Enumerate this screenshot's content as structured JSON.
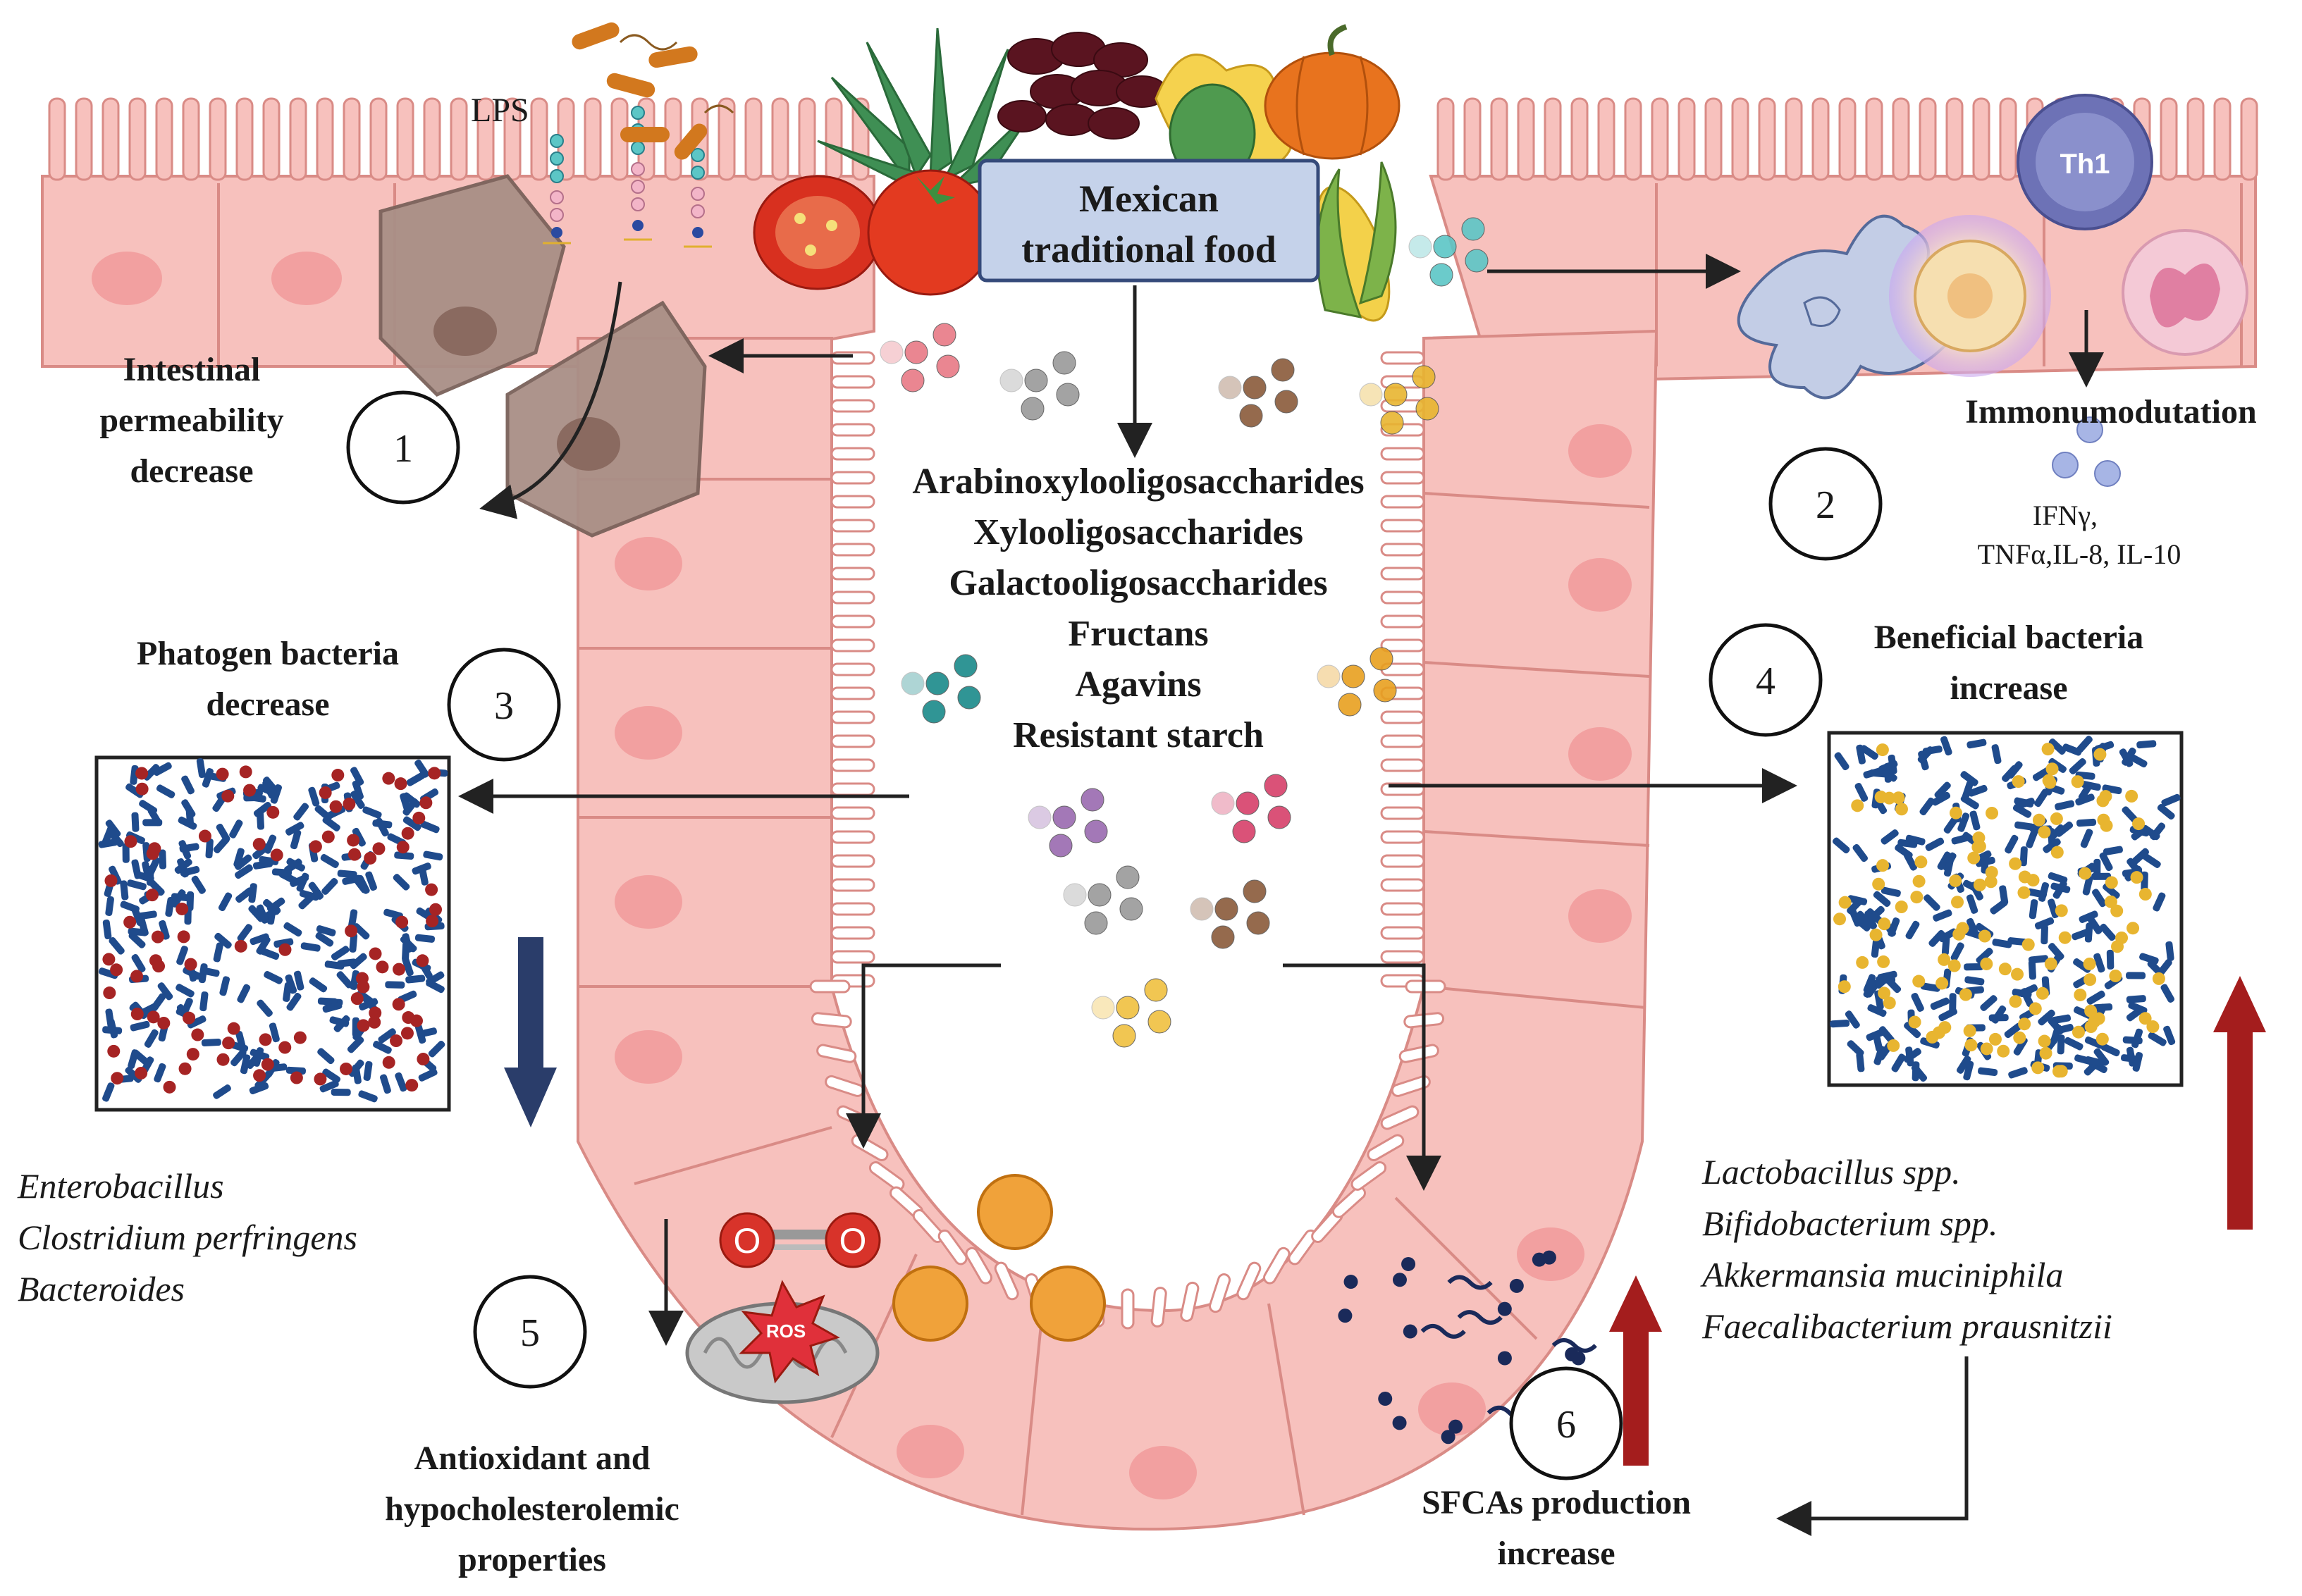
{
  "title_box": {
    "line1": "Mexican",
    "line2": "traditional food"
  },
  "labels": {
    "lps": "LPS",
    "intestinal": [
      "Intestinal",
      "permeability",
      "decrease"
    ],
    "immuno": "Immonumodutation",
    "cytokines": [
      "IFNγ,",
      "TNFα,IL-8, IL-10"
    ],
    "pathogen": [
      "Phatogen bacteria",
      "decrease"
    ],
    "beneficial": [
      "Beneficial bacteria",
      "increase"
    ],
    "antioxidant": [
      "Antioxidant and",
      "hypocholesterolemic",
      "properties"
    ],
    "sfca": [
      "SFCAs production",
      "increase"
    ],
    "th1": "Th1",
    "ros": "ROS",
    "oxygen": [
      "O",
      "O"
    ]
  },
  "compounds": [
    "Arabinoxylooligosaccharides",
    "Xylooligosaccharides",
    "Galactooligosaccharides",
    "Fructans",
    "Agavins",
    "Resistant starch"
  ],
  "pathogen_species": [
    "Enterobacillus",
    "Clostridium perfringens",
    "Bacteroides"
  ],
  "beneficial_species": [
    "Lactobacillus spp.",
    "Bifidobacterium spp.",
    "Akkermansia muciniphila",
    "Faecalibacterium prausnitzii"
  ],
  "step_numbers": [
    "1",
    "2",
    "3",
    "4",
    "5",
    "6"
  ],
  "icons": [
    "agave-icon",
    "beans-icon",
    "nopal-flower-icon",
    "pumpkin-icon",
    "tomato-icon",
    "corn-icon",
    "bacteria-icon",
    "dendritic-cell-icon",
    "macrophage-icon",
    "th1-cell-icon",
    "neutrophil-icon",
    "oxygen-molecule-icon",
    "mitochondria-ros-icon"
  ],
  "colors": {
    "tissue": "#f7c1bd",
    "tissue_stroke": "#d98b86",
    "nucleus": "#f19a9b",
    "box_fill": "#c5d2ea",
    "box_stroke": "#354a7a",
    "down_arrow": "#2a3d6a",
    "up_arrow": "#a41d1d",
    "rod_bacteria": "#1f4b8c",
    "pathogen_dot": "#a62424",
    "beneficial_dot": "#e8b530"
  }
}
